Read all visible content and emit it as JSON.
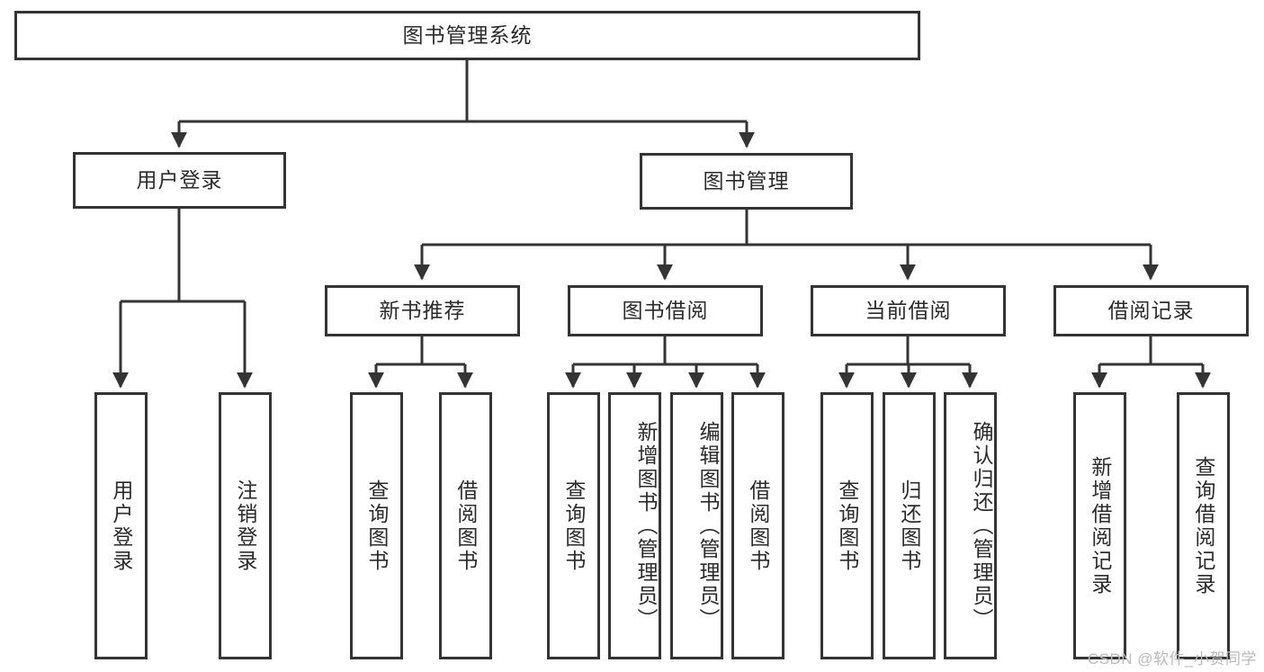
{
  "diagram": {
    "title": "图书管理系统",
    "type": "tree",
    "stroke_color": "#343434",
    "text_color": "#2b2b2b",
    "background_color": "#ffffff",
    "watermark": "CSDN @软件_小贺同学"
  },
  "nodes": {
    "root": {
      "label": "图书管理系统"
    },
    "level2": [
      {
        "label": "用户登录"
      },
      {
        "label": "图书管理"
      }
    ],
    "level3": [
      {
        "label": "新书推荐"
      },
      {
        "label": "图书借阅"
      },
      {
        "label": "当前借阅"
      },
      {
        "label": "借阅记录"
      }
    ],
    "leaves": {
      "user_login": [
        {
          "label": "用户登录"
        },
        {
          "label": "注销登录"
        }
      ],
      "new_book_recommend": [
        {
          "label": "查询图书"
        },
        {
          "label": "借阅图书"
        }
      ],
      "book_borrow": [
        {
          "label": "查询图书"
        },
        {
          "label": "新增图书（管理员）"
        },
        {
          "label": "编辑图书（管理员）"
        },
        {
          "label": "借阅图书"
        }
      ],
      "current_borrow": [
        {
          "label": "查询图书"
        },
        {
          "label": "归还图书"
        },
        {
          "label": "确认归还（管理员）"
        }
      ],
      "borrow_record": [
        {
          "label": "新增借阅记录"
        },
        {
          "label": "查询借阅记录"
        }
      ]
    }
  }
}
